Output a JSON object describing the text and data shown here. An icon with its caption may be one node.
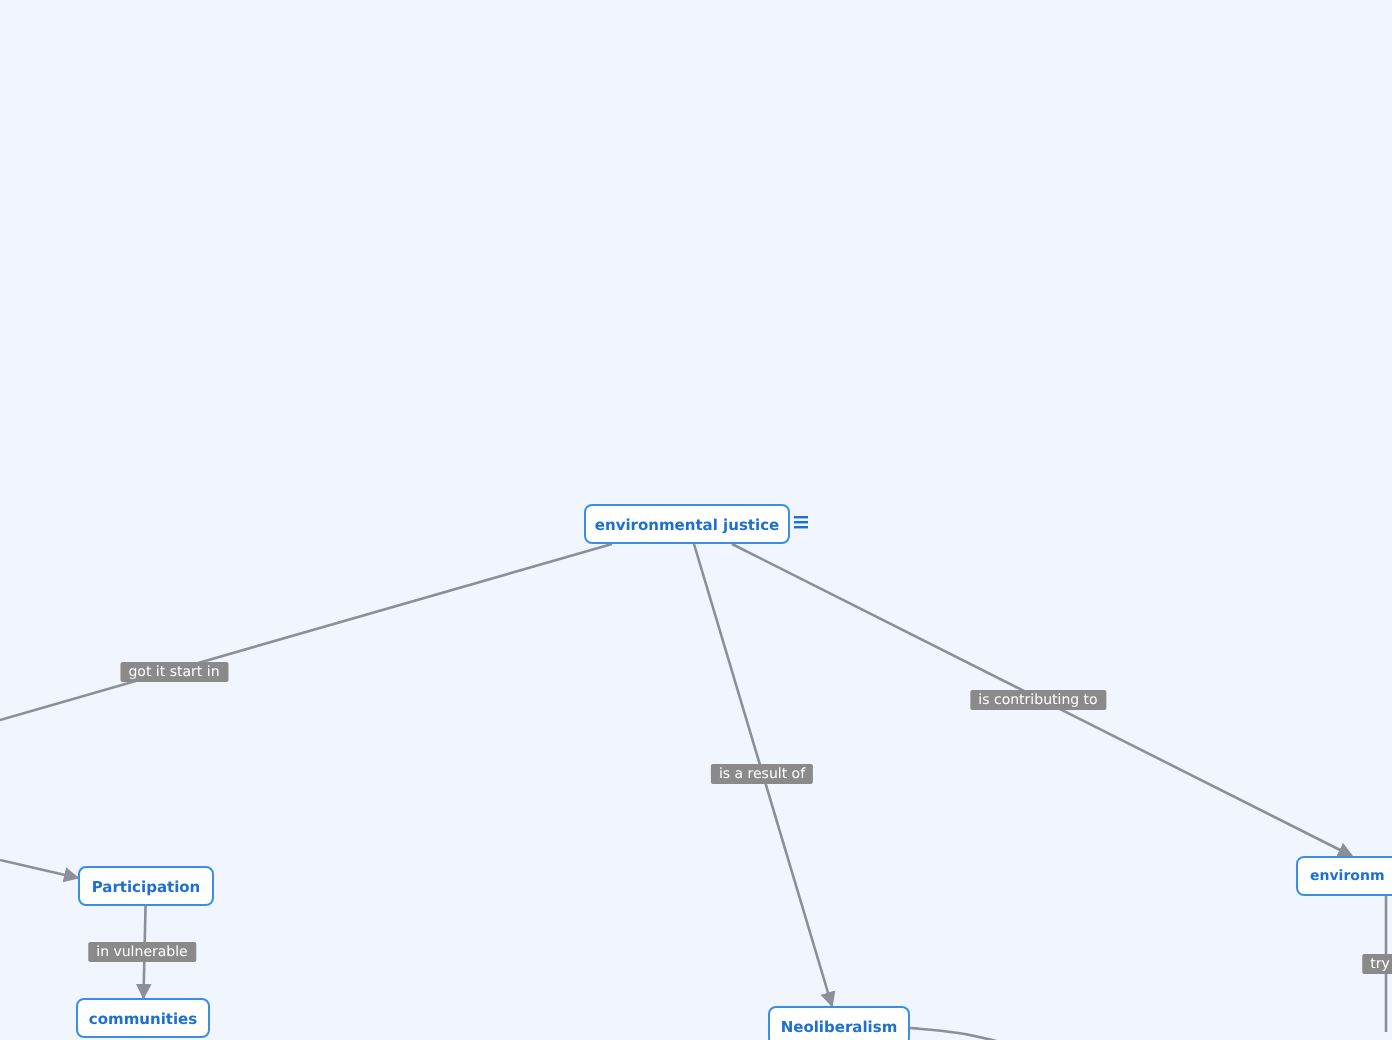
{
  "diagram": {
    "nodes": [
      {
        "text": [
          "environmental justice"
        ]
      },
      {
        "text": [
          "Participation"
        ]
      },
      {
        "text": [
          "communities"
        ]
      },
      {
        "text": [
          "Neoliberalism"
        ]
      },
      {
        "text": [
          "environm"
        ]
      }
    ],
    "edges": [
      {
        "from": 0,
        "to": null,
        "arrow": "none",
        "label": "got it start in"
      },
      {
        "from": null,
        "to": 1,
        "arrow": "to"
      },
      {
        "from": 1,
        "to": 2,
        "arrow": "to",
        "label": "in vulnerable"
      },
      {
        "from": 0,
        "to": 3,
        "arrow": "to",
        "label": "is a result of"
      },
      {
        "from": 0,
        "to": 4,
        "arrow": "to",
        "label": "is contributing to"
      },
      {
        "from": 3,
        "to": null,
        "arrow": "none"
      },
      {
        "from": 4,
        "to": null,
        "arrow": "none",
        "label": "try"
      }
    ]
  }
}
